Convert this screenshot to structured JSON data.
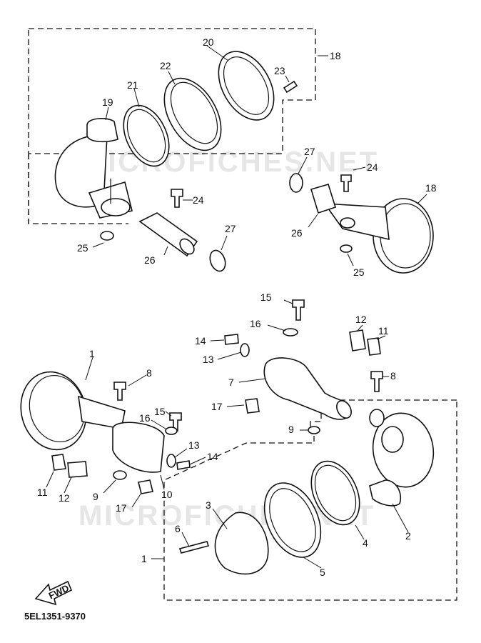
{
  "watermark": "MICROFICHES.NET",
  "diagram_code": "5EL1351-9370",
  "fwd_label": "FWD",
  "labels": {
    "p18_a": "18",
    "p19": "19",
    "p20": "20",
    "p21": "21",
    "p22": "22",
    "p23": "23",
    "p24_a": "24",
    "p25_a": "25",
    "p26_a": "26",
    "p27_a": "27",
    "p27_b": "27",
    "p24_b": "24",
    "p18_b": "18",
    "p26_b": "26",
    "p25_b": "25",
    "p15_a": "15",
    "p16_a": "16",
    "p14_a": "14",
    "p13_a": "13",
    "p7": "7",
    "p17_a": "17",
    "p12_a": "12",
    "p11_a": "11",
    "p8_a": "8",
    "p9_a": "9",
    "p1_a": "1",
    "p8_b": "8",
    "p15_b": "15",
    "p16_b": "16",
    "p13_b": "13",
    "p14_b": "14",
    "p11_b": "11",
    "p12_b": "12",
    "p9_b": "9",
    "p10": "10",
    "p17_b": "17",
    "p3": "3",
    "p6": "6",
    "p1_b": "1",
    "p5": "5",
    "p4": "4",
    "p2": "2"
  }
}
